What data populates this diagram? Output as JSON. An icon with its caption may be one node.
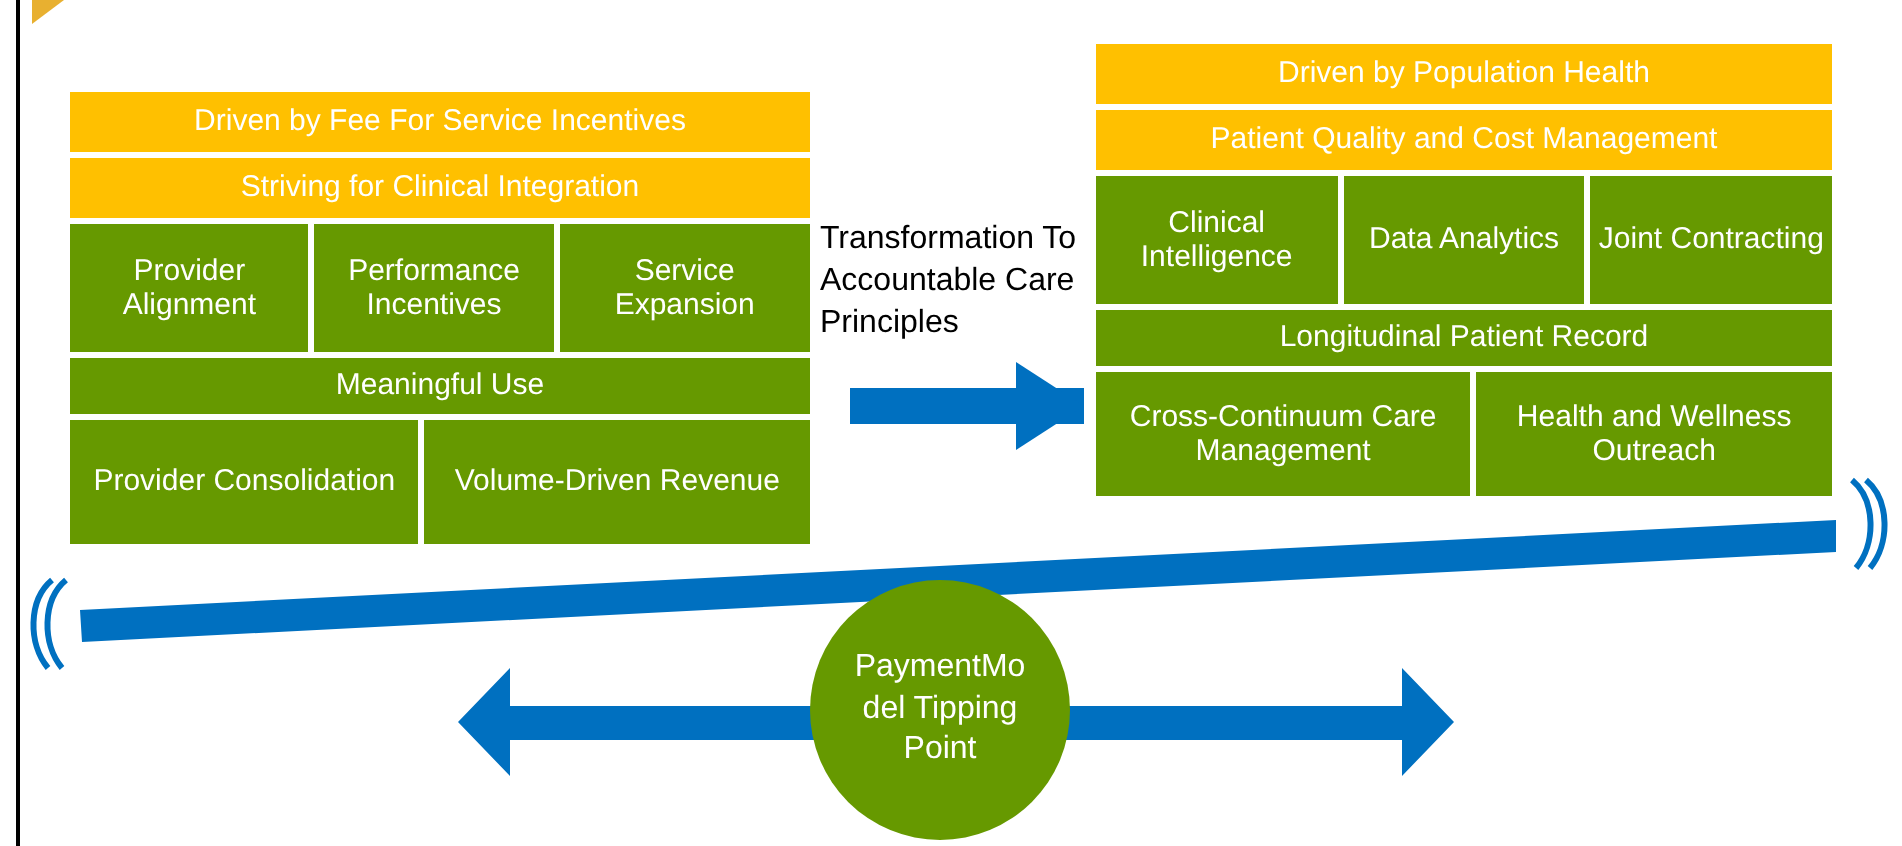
{
  "diagram": {
    "nodes": [
      {
        "text": [],
        "shape": "box"
      },
      {
        "text": [
          "Driven by Fee For Service Incentives"
        ],
        "in": 0
      },
      {
        "text": [
          "Striving for Clinical Integration"
        ],
        "in": 0
      },
      {
        "text": [
          "Provider Alignment"
        ],
        "in": 0
      },
      {
        "text": [
          "Performance Incentives"
        ],
        "in": 0
      },
      {
        "text": [
          "Service Expansion"
        ],
        "in": 0
      },
      {
        "text": [
          "Meaningful Use"
        ],
        "in": 0
      },
      {
        "text": [
          "Provider Consolidation"
        ],
        "in": 0
      },
      {
        "text": [
          "Volume-Driven Revenue"
        ],
        "in": 0
      },
      {
        "text": [],
        "shape": "box"
      },
      {
        "text": [
          "Driven by Population Health"
        ],
        "in": 9
      },
      {
        "text": [
          "Patient Quality and Cost Management"
        ],
        "in": 9
      },
      {
        "text": [
          "Clinical Intelligence"
        ],
        "in": 9
      },
      {
        "text": [
          "Data Analytics"
        ],
        "in": 9
      },
      {
        "text": [
          "Joint Contracting"
        ],
        "in": 9
      },
      {
        "text": [
          "Longitudinal Patient Record"
        ],
        "in": 9
      },
      {
        "text": [
          "Cross-Continuum Care Management"
        ],
        "in": 9
      },
      {
        "text": [
          "Health and Wellness Outreach"
        ],
        "in": 9
      },
      {
        "text": [
          "PaymentModel Tipping Point"
        ]
      }
    ],
    "edges": [
      {
        "from": 0,
        "to": 9,
        "arrow": "to"
      }
    ],
    "labels": [
      "Transformation To Accountable Care Principles"
    ]
  }
}
